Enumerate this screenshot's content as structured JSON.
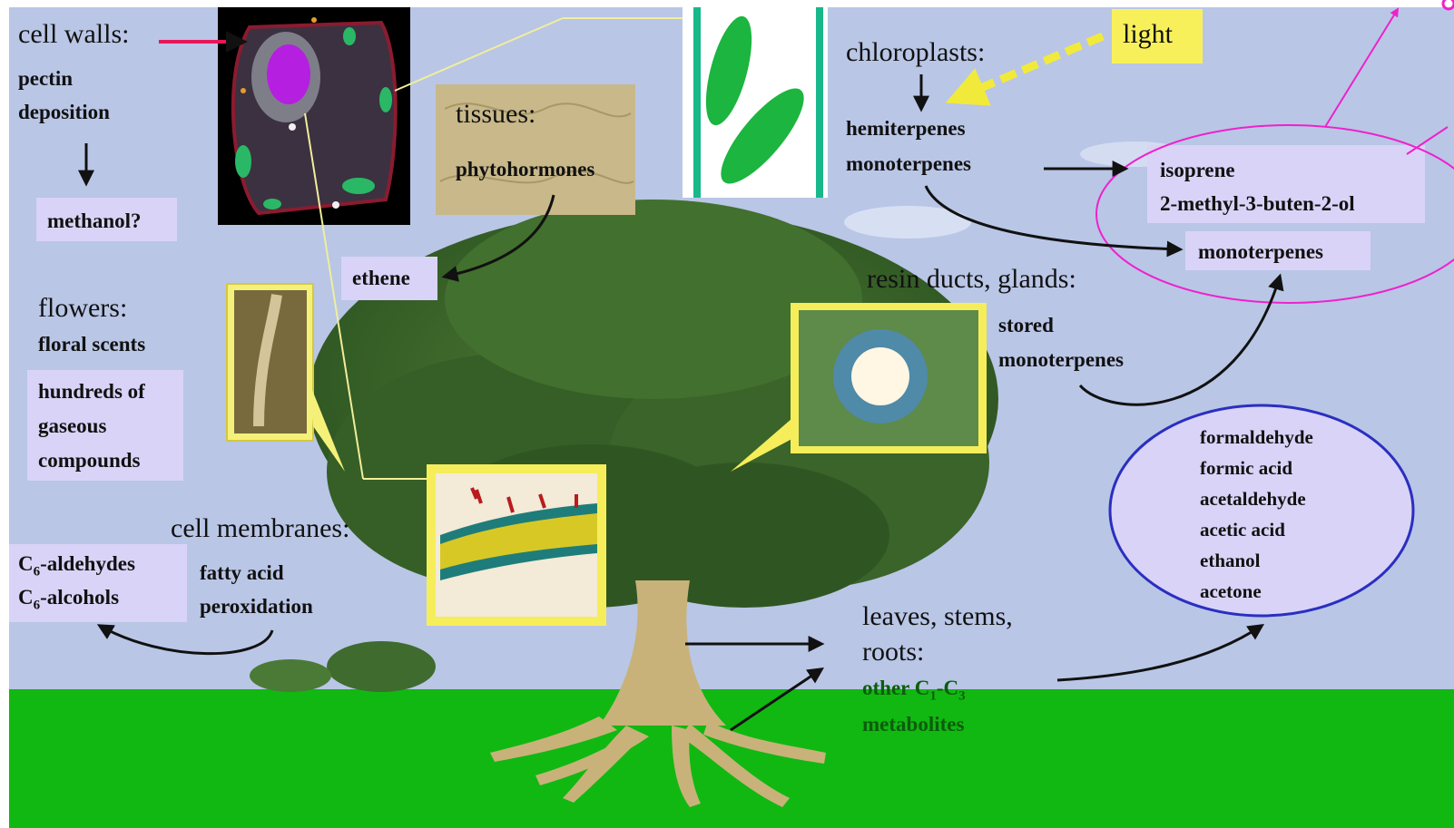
{
  "labels": {
    "cell_walls": "cell walls:",
    "pectin_line1": "pectin",
    "pectin_line2": "deposition",
    "methanol": "methanol?",
    "tissues": "tissues:",
    "phytohormones": "phytohormones",
    "ethene": "ethene",
    "flowers": "flowers:",
    "floral_scents": "floral scents",
    "hundreds_line1": "hundreds of",
    "hundreds_line2": "gaseous",
    "hundreds_line3": "compounds",
    "cell_membranes": "cell membranes:",
    "c6_aldehydes_prefix": "C",
    "c6_aldehydes_sub": "6",
    "c6_aldehydes_suffix": "-aldehydes",
    "c6_alcohols_prefix": "C",
    "c6_alcohols_sub": "6",
    "c6_alcohols_suffix": "-alcohols",
    "fatty_acid_line1": "fatty acid",
    "fatty_acid_line2": "peroxidation",
    "chloroplasts": "chloroplasts:",
    "light": "light",
    "hemiterpenes": "hemiterpenes",
    "monoterpenes_chloro": "monoterpenes",
    "isoprene": "isoprene",
    "methylbutenol": "2-methyl-3-buten-2-ol",
    "monoterpenes_emitted": "monoterpenes",
    "resin_ducts": "resin ducts, glands:",
    "stored_line1": "stored",
    "stored_line2": "monoterpenes",
    "leaves_line1": "leaves, stems,",
    "leaves_line2": "roots:",
    "other_prefix": "other C",
    "other_sub1": "1",
    "other_dash": "-C",
    "other_sub2": "3",
    "metabolites": "metabolites",
    "oxygenated": [
      "formaldehyde",
      "formic acid",
      "acetaldehyde",
      "acetic acid",
      "ethanol",
      "acetone"
    ]
  },
  "colors": {
    "sky": "#b9c6e6",
    "ground": "#11b811",
    "label_box": "#d9d3f7",
    "magenta": "#ee22cc",
    "blue_ellipse": "#2a2fc0",
    "light_box": "#f8f05a",
    "canopy": "#3d6a2a",
    "trunk": "#c8b27a"
  }
}
